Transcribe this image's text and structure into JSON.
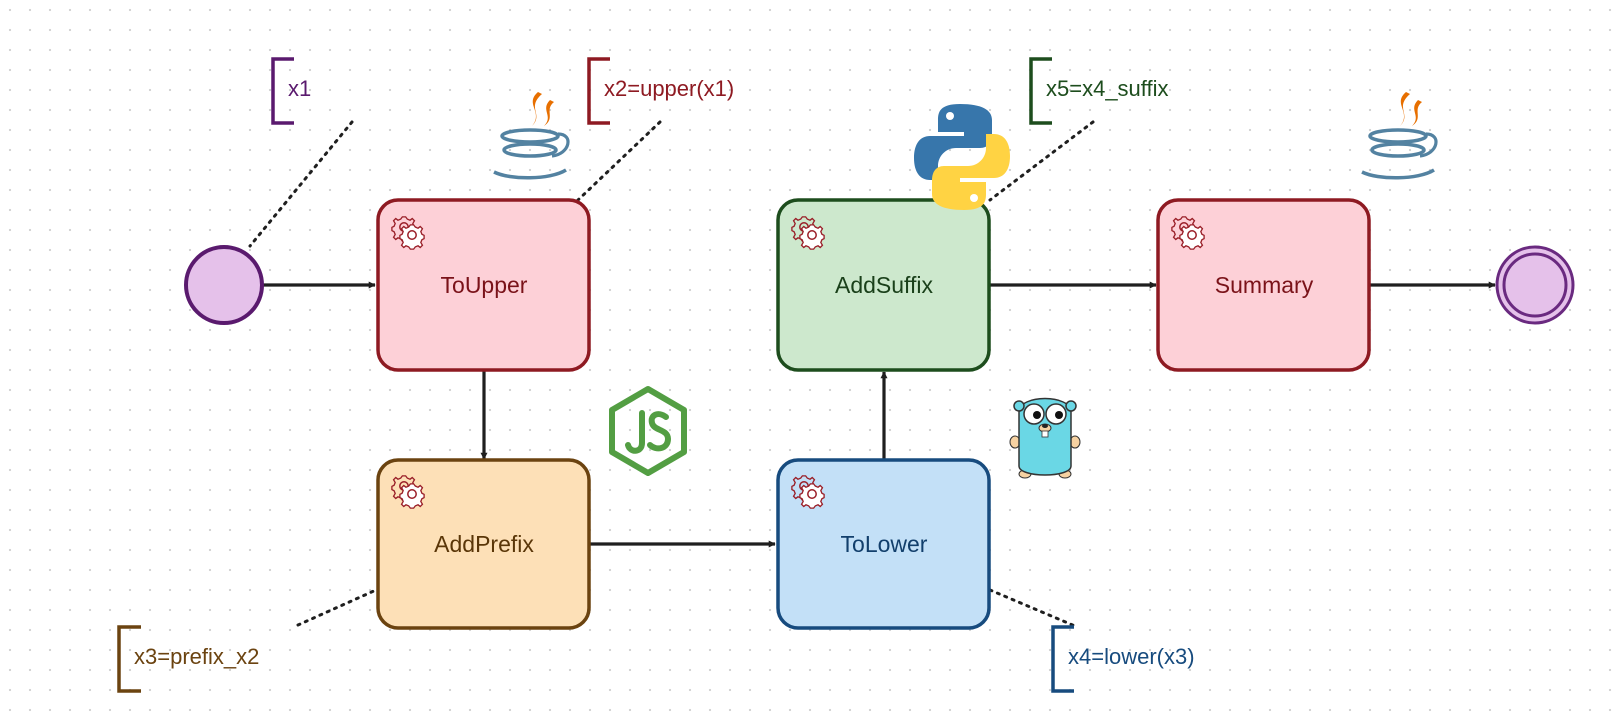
{
  "diagram": {
    "tasks": [
      {
        "id": "to-upper",
        "label": "ToUpper",
        "fill": "#fdd0d7",
        "stroke": "#8e1a22",
        "text_color": "#7a1219"
      },
      {
        "id": "add-prefix",
        "label": "AddPrefix",
        "fill": "#fde0b7",
        "stroke": "#6b4310",
        "text_color": "#5a3608"
      },
      {
        "id": "to-lower",
        "label": "ToLower",
        "fill": "#c3e0f7",
        "stroke": "#174b7e",
        "text_color": "#123f6c"
      },
      {
        "id": "add-suffix",
        "label": "AddSuffix",
        "fill": "#cde8cd",
        "stroke": "#1d4d1d",
        "text_color": "#1a401a"
      },
      {
        "id": "summary",
        "label": "Summary",
        "fill": "#fdd0d7",
        "stroke": "#8e1a22",
        "text_color": "#7a1219"
      }
    ],
    "annotations": [
      {
        "id": "x1",
        "text": "x1",
        "color": "#5a1a6e"
      },
      {
        "id": "x2",
        "text": "x2=upper(x1)",
        "color": "#8e1a22"
      },
      {
        "id": "x3",
        "text": "x3=prefix_x2",
        "color": "#6b4310"
      },
      {
        "id": "x4",
        "text": "x4=lower(x3)",
        "color": "#174b7e"
      },
      {
        "id": "x5",
        "text": "x5=x4_suffix",
        "color": "#1d4d1d"
      }
    ],
    "events": {
      "start": {
        "fill": "#e5c1ea",
        "stroke": "#5a1a6e"
      },
      "end": {
        "fill": "#e5c1ea",
        "stroke": "#6a2a80"
      }
    },
    "language_icons": [
      "java-icon",
      "nodejs-icon",
      "python-icon",
      "go-gopher-icon",
      "java-icon"
    ],
    "colors": {
      "flow": "#1f1f1f",
      "gear": "#9a1f28"
    }
  }
}
